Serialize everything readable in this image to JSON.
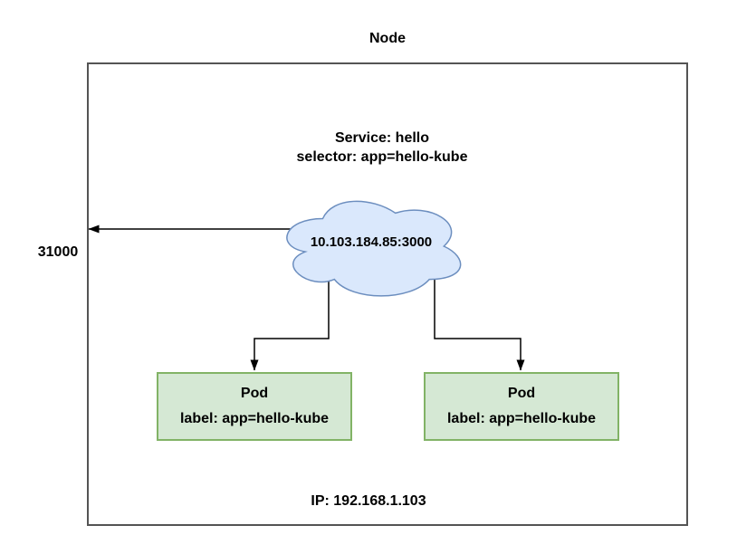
{
  "diagram": {
    "title": "Node",
    "node_port_label": "31000",
    "service": {
      "name_line": "Service: hello",
      "selector_line": "selector: app=hello-kube",
      "endpoint": "10.103.184.85:3000"
    },
    "pods": [
      {
        "title": "Pod",
        "label": "label: app=hello-kube"
      },
      {
        "title": "Pod",
        "label": "label: app=hello-kube"
      }
    ],
    "node_ip": "IP: 192.168.1.103",
    "colors": {
      "cloud_fill": "#dae8fc",
      "cloud_stroke": "#6c8ebf",
      "pod_fill": "#d5e8d4",
      "pod_stroke": "#82b366",
      "node_stroke": "#545454",
      "connector": "#000000",
      "text": "#000000"
    }
  }
}
